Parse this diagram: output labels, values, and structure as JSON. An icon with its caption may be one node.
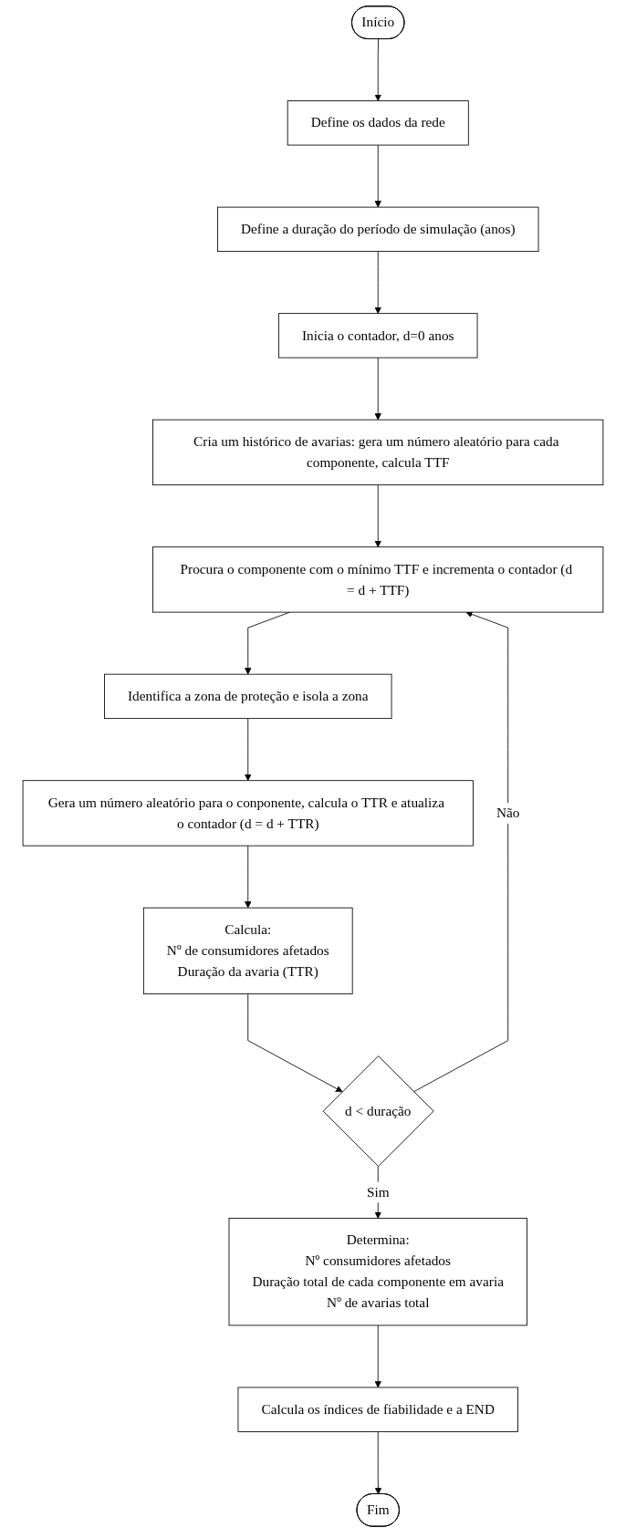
{
  "diagram": {
    "nodes": [
      {
        "text": [
          "Início"
        ]
      },
      {
        "text": [
          "Define os dados da rede"
        ]
      },
      {
        "text": [
          "Define a duração do período de simulação (anos)"
        ]
      },
      {
        "text": [
          "Inicia o contador, d=0 anos"
        ]
      },
      {
        "text": [
          "Cria um histórico de avarias: gera um número aleatório para cada componente, calcula TTF"
        ]
      },
      {
        "text": [
          "Procura o componente com o mínimo TTF e incrementa o contador (d = d + TTF)"
        ]
      },
      {
        "text": [
          "Identifica a zona de proteção e isola a zona"
        ]
      },
      {
        "text": [
          "Gera um número aleatório para o conponente, calcula o TTR e atualiza o contador (d = d + TTR)"
        ]
      },
      {
        "text": [
          "Calcula:",
          "Nº de consumidores afetados",
          "Duração da avaria (TTR)"
        ]
      },
      {
        "text": [
          "d < duração"
        ]
      },
      {
        "text": [
          "Determina:",
          "Nº consumidores afetados",
          "Duração total de cada componente em avaria",
          "Nº de avarias total"
        ]
      },
      {
        "text": [
          "Calcula os índices de fiabilidade e a END"
        ]
      },
      {
        "text": [
          "Fim"
        ]
      }
    ],
    "edges": [
      {
        "from": 0,
        "to": 1,
        "arrow": "to"
      },
      {
        "from": 1,
        "to": 2,
        "arrow": "to"
      },
      {
        "from": 2,
        "to": 3,
        "arrow": "to"
      },
      {
        "from": 3,
        "to": 4,
        "arrow": "to"
      },
      {
        "from": 4,
        "to": 5,
        "arrow": "to"
      },
      {
        "from": 5,
        "to": 6,
        "arrow": "to"
      },
      {
        "from": 6,
        "to": 7,
        "arrow": "to"
      },
      {
        "from": 7,
        "to": 8,
        "arrow": "to"
      },
      {
        "from": 8,
        "to": 9,
        "arrow": "to"
      },
      {
        "from": 9,
        "to": 5,
        "arrow": "to",
        "label": "Não"
      },
      {
        "from": 9,
        "to": 10,
        "arrow": "to",
        "label": "Sim"
      },
      {
        "from": 10,
        "to": 11,
        "arrow": "to"
      },
      {
        "from": 11,
        "to": 12,
        "arrow": "to"
      }
    ]
  }
}
